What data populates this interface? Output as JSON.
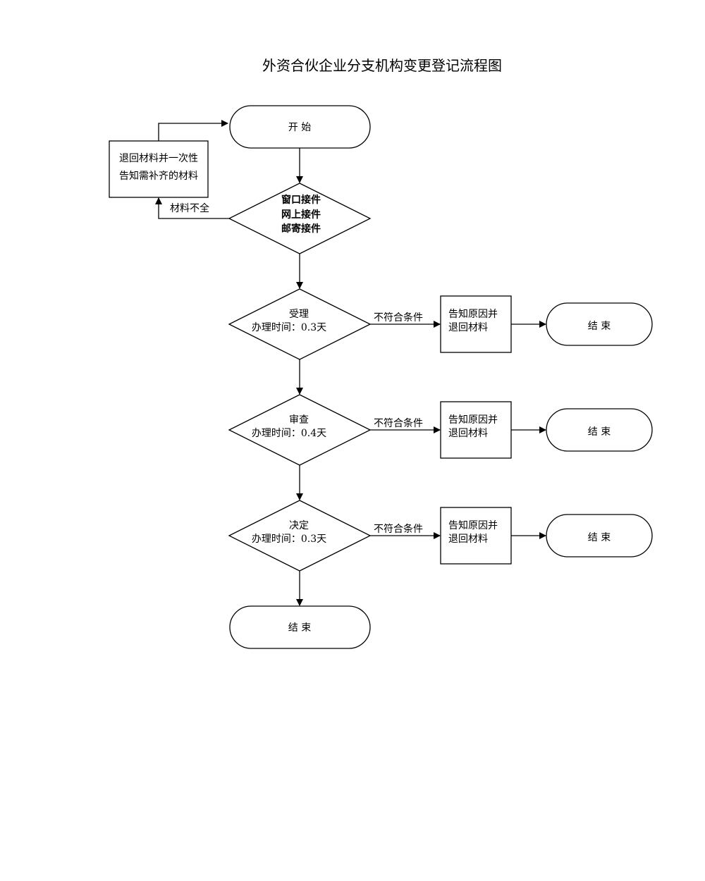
{
  "title": "外资合伙企业分支机构变更登记流程图",
  "start": "开 始",
  "return_box": {
    "line1": "退回材料并一次性",
    "line2": "告知需补齐的材料"
  },
  "incomplete_label": "材料不全",
  "intake": {
    "line1": "窗口接件",
    "line2": "网上接件",
    "line3": "邮寄接件"
  },
  "steps": [
    {
      "name": "受理",
      "time": "办理时间：0.3天",
      "reject_label": "不符合条件",
      "reject_box": {
        "line1": "告知原因并",
        "line2": "退回材料"
      },
      "end": "结 束"
    },
    {
      "name": "审查",
      "time": "办理时间：0.4天",
      "reject_label": "不符合条件",
      "reject_box": {
        "line1": "告知原因并",
        "line2": "退回材料"
      },
      "end": "结 束"
    },
    {
      "name": "决定",
      "time": "办理时间：0.3天",
      "reject_label": "不符合条件",
      "reject_box": {
        "line1": "告知原因并",
        "line2": "退回材料"
      },
      "end": "结 束"
    }
  ],
  "final_end": "结 束"
}
